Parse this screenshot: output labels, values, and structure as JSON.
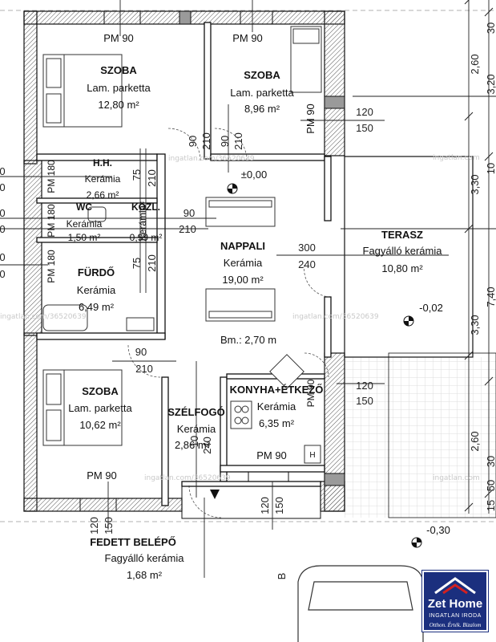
{
  "rooms": {
    "szoba1": {
      "name": "SZOBA",
      "floor": "Lam. parketta",
      "area": "12,80 m²"
    },
    "szoba2": {
      "name": "SZOBA",
      "floor": "Lam. parketta",
      "area": "8,96 m²"
    },
    "hh": {
      "name": "H.H.",
      "floor": "Kerámia",
      "area": "2,66 m²"
    },
    "wc": {
      "name": "WC",
      "floor": "Kerámia",
      "area": "1,50 m²"
    },
    "kozl": {
      "name": "KÖZL.",
      "floor": "Kerámia",
      "area": "0,99 m²"
    },
    "furdo": {
      "name": "FÜRDŐ",
      "floor": "Kerámia",
      "area": "6,49 m²"
    },
    "nappali": {
      "name": "NAPPALI",
      "floor": "Kerámia",
      "area": "19,00 m²"
    },
    "terasz": {
      "name": "TERASZ",
      "floor": "Fagyálló kerámia",
      "area": "10,80 m²"
    },
    "szoba3": {
      "name": "SZOBA",
      "floor": "Lam. parketta",
      "area": "10,62 m²"
    },
    "szelfogo": {
      "name": "SZÉLFOGÓ",
      "floor": "Kerámia",
      "area": "2,86 m²"
    },
    "konyha": {
      "name": "KONYHA+ÉTKEZŐ",
      "floor": "Kerámia",
      "area": "6,35 m²"
    },
    "fedett": {
      "name": "FEDETT BELÉPŐ",
      "floor": "Fagyálló kerámia",
      "area": "1,68 m²"
    }
  },
  "annotations": {
    "pm90": "PM 90",
    "pm180": "PM 180",
    "level_zero": "±0,00",
    "level_terasz": "-0,02",
    "level_out": "-0,30",
    "ceiling": "Bm.: 2,70 m",
    "h_mark": "H",
    "b_mark": "B"
  },
  "dims": {
    "d90": "90",
    "d210": "210",
    "d75": "75",
    "d120": "120",
    "d150": "150",
    "d300": "300",
    "d240": "240",
    "d10": "10",
    "r260a": "2,60",
    "r320": "3,20",
    "r330": "3,30",
    "r740": "7,40",
    "r30": "30",
    "r260b": "2,60",
    "r30b": "30",
    "r15": "15",
    "r50": "50",
    "l0": "0"
  },
  "watermark": "ingatlan.com/36520639",
  "watermark_short": "ingatlan.com",
  "logo": {
    "brand": "Zet Home",
    "line1": "INGATLAN IRODA",
    "line2": "Otthon. Érték. Bizalom"
  }
}
